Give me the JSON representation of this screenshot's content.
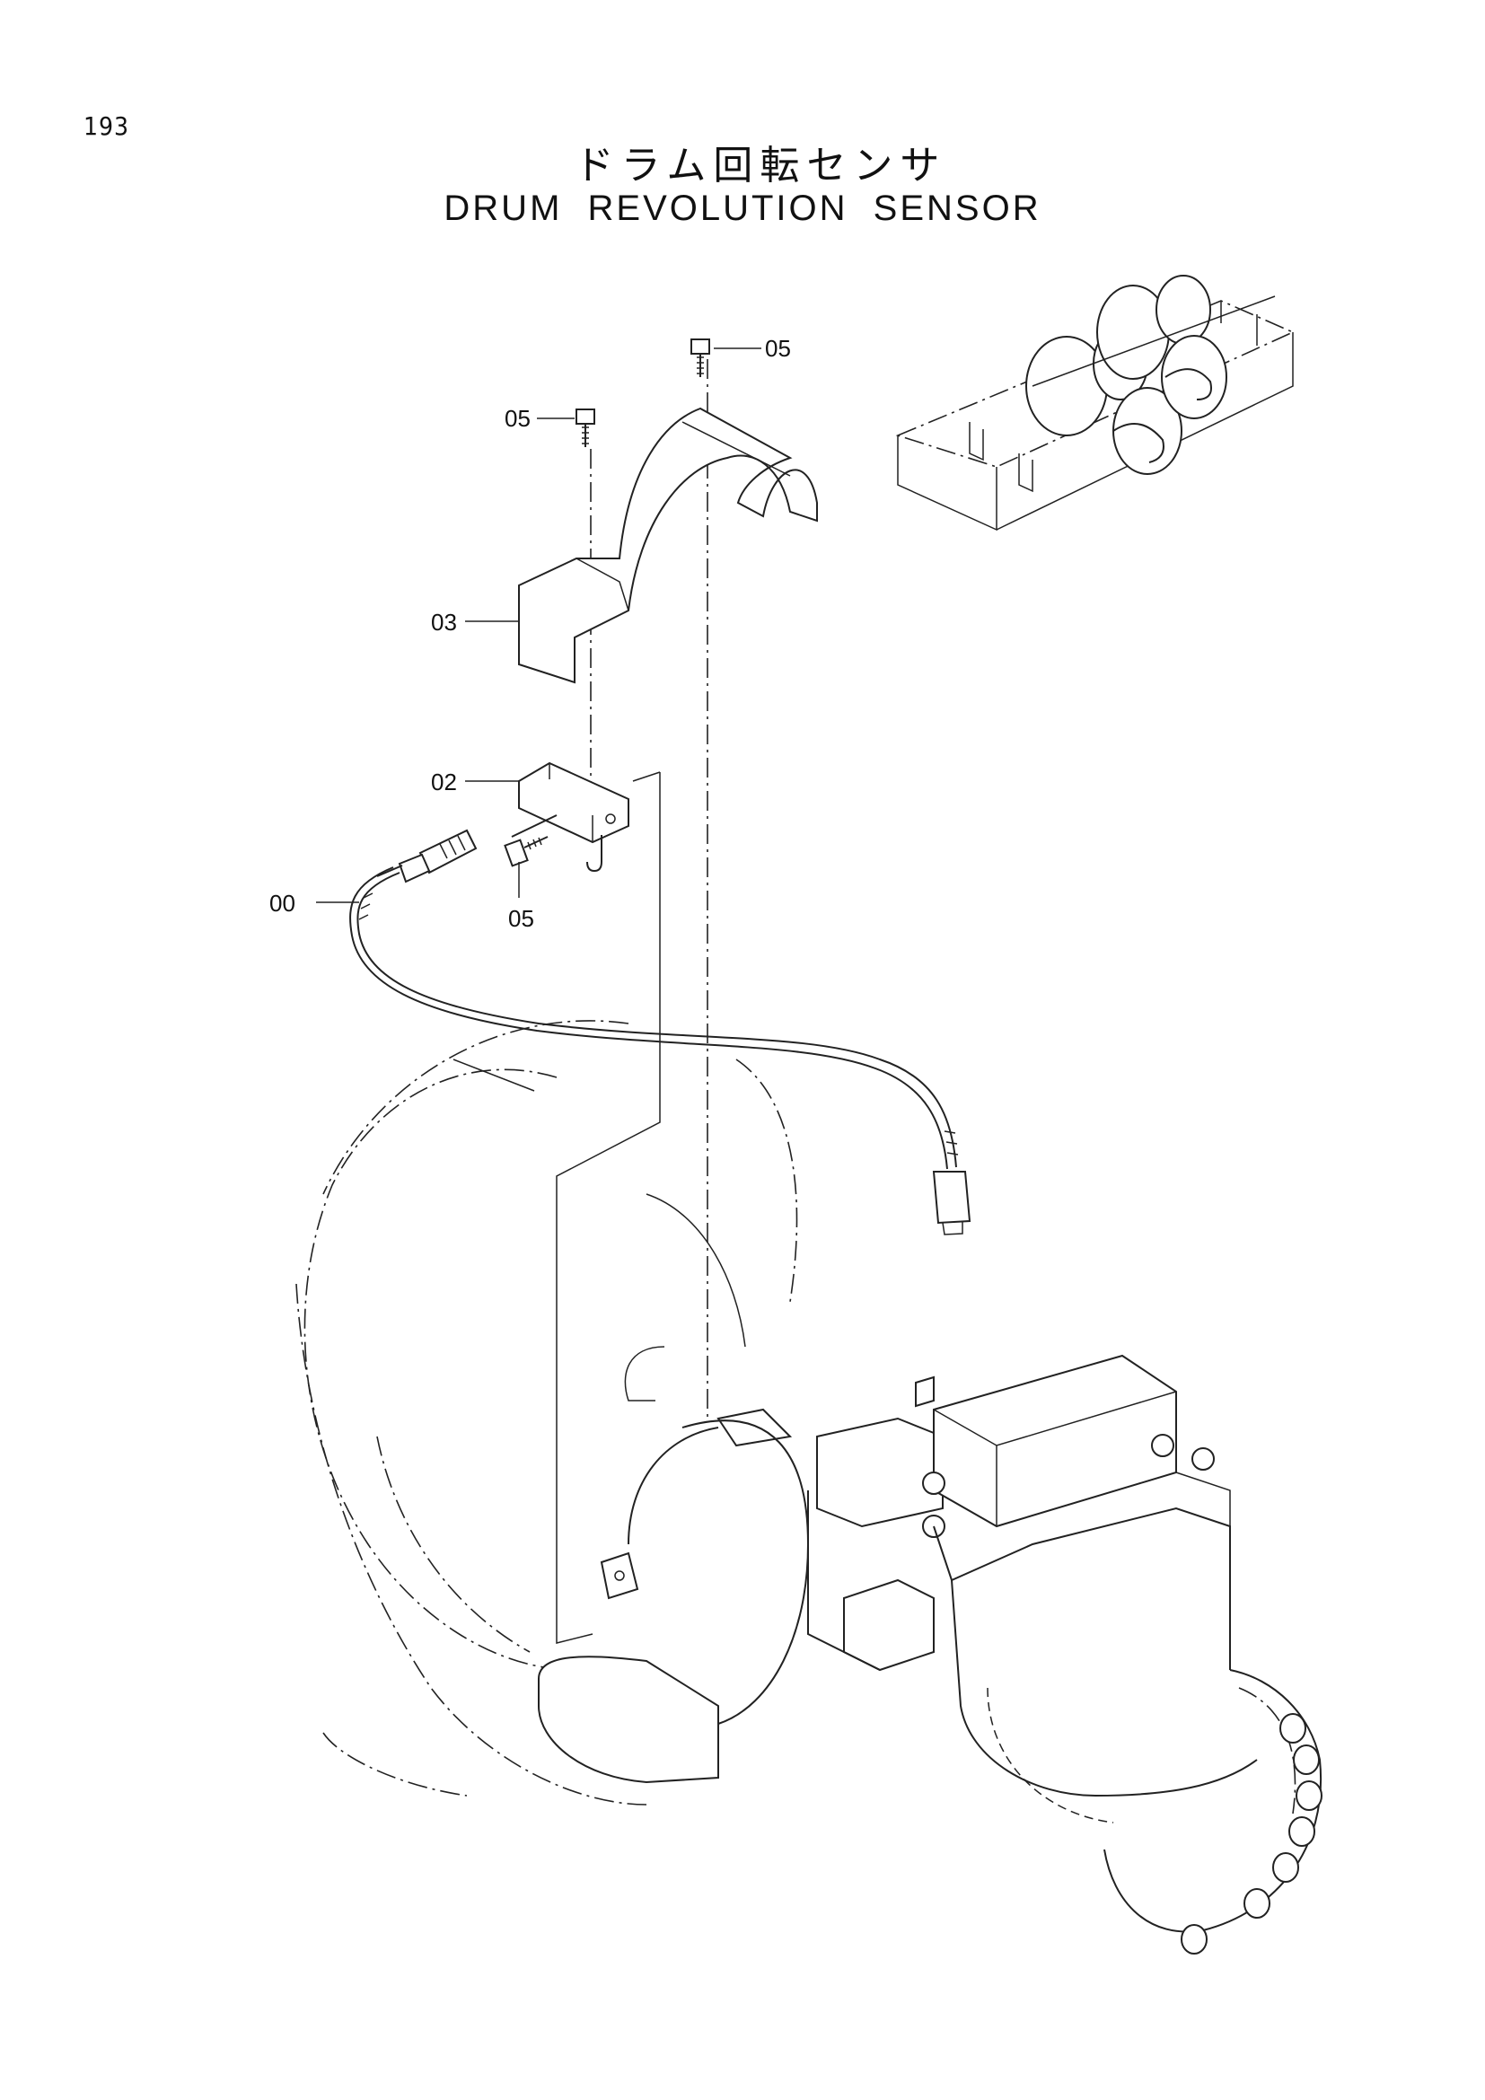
{
  "page": {
    "number": "193"
  },
  "title": {
    "japanese": "ドラム回転センサ",
    "english": "DRUM REVOLUTION SENSOR"
  },
  "callouts": [
    {
      "id": "c05a",
      "label": "05"
    },
    {
      "id": "c05b",
      "label": "05"
    },
    {
      "id": "c03",
      "label": "03"
    },
    {
      "id": "c02",
      "label": "02"
    },
    {
      "id": "c00",
      "label": "00"
    },
    {
      "id": "c05c",
      "label": "05"
    }
  ]
}
